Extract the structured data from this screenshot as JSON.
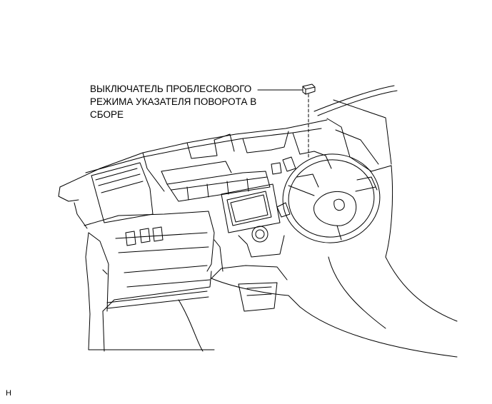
{
  "callout": {
    "line1": "ВЫКЛЮЧАТЕЛЬ ПРОБЛЕСКОВОГО",
    "line2": "РЕЖИМА УКАЗАТЕЛЯ ПОВОРОТА В",
    "line3": "СБОРЕ"
  },
  "corner_code": "H",
  "colors": {
    "line": "#000000",
    "background": "#ffffff"
  }
}
